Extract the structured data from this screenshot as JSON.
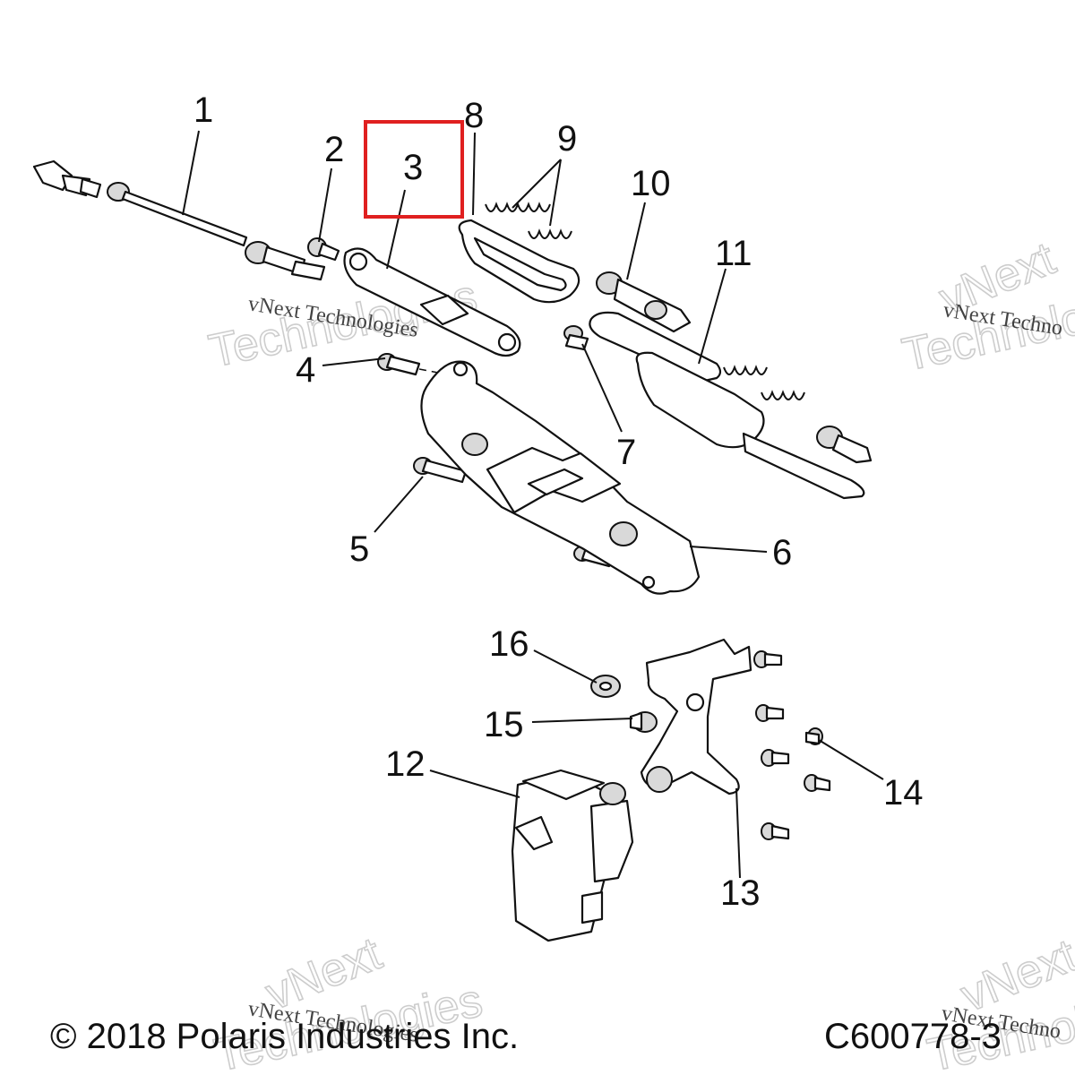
{
  "callouts": {
    "c1": "1",
    "c2": "2",
    "c3": "3",
    "c4": "4",
    "c5": "5",
    "c6": "6",
    "c7": "7",
    "c8": "8",
    "c9": "9",
    "c10": "10",
    "c11": "11",
    "c12": "12",
    "c13": "13",
    "c14": "14",
    "c15": "15",
    "c16": "16"
  },
  "highlight": {
    "callout": "3",
    "color": "#e02020"
  },
  "footer": {
    "copyright": "© 2018 Polaris Industries Inc.",
    "figure_code": "C600778-3"
  },
  "watermark": {
    "line1": "vNext Technologies",
    "line2": "Technologies",
    "line3": "vNext",
    "line4": "Technolog",
    "line5": "vNext Techno",
    "line6": "Technolog",
    "line7": "vNext",
    "line8": "vNext Techno",
    "line9": "Technolo",
    "line10": "vNext Technologies",
    "line11": "Technologies"
  }
}
